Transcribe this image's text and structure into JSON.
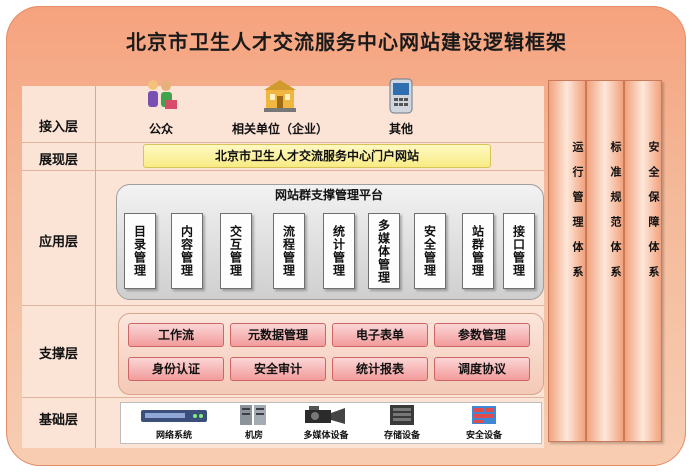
{
  "title": "北京市卫生人才交流服务中心网站建设逻辑框架",
  "layers": {
    "access": "接入层",
    "presentation": "展现层",
    "application": "应用层",
    "support": "支撑层",
    "infrastructure": "基础层"
  },
  "actors": [
    {
      "label": "公众",
      "icon": "people-icon"
    },
    {
      "label": "相关单位（企业）",
      "icon": "building-icon"
    },
    {
      "label": "其他",
      "icon": "phone-icon"
    }
  ],
  "portal": "北京市卫生人才交流服务中心门户网站",
  "platform": {
    "title": "网站群支撑管理平台",
    "modules": [
      "目录管理",
      "内容管理",
      "交互管理",
      "流程管理",
      "统计管理",
      "多媒体管理",
      "安全管理",
      "站群管理",
      "接口管理"
    ]
  },
  "support_items": [
    "工作流",
    "元数据管理",
    "电子表单",
    "参数管理",
    "身份认证",
    "安全审计",
    "统计报表",
    "调度协议"
  ],
  "infrastructure_items": [
    {
      "label": "网络系统",
      "icon": "network-switch-icon"
    },
    {
      "label": "机房",
      "icon": "server-rack-icon"
    },
    {
      "label": "多媒体设备",
      "icon": "camera-icon"
    },
    {
      "label": "存储设备",
      "icon": "storage-icon"
    },
    {
      "label": "安全设备",
      "icon": "firewall-icon"
    }
  ],
  "pillars": [
    "运行管理体系",
    "标准规范体系",
    "安全保障体系"
  ],
  "colors": {
    "frame": "#f6a27e",
    "portal": "#f8eb84",
    "support_button": "#f39b9b",
    "pillar": "#f2a27d"
  }
}
